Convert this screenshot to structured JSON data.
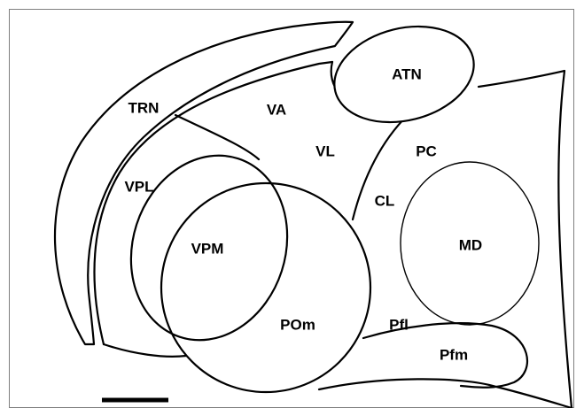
{
  "labels": {
    "trn": "TRN",
    "va": "VA",
    "atn": "ATN",
    "vl": "VL",
    "pc": "PC",
    "vpl": "VPL",
    "cl": "CL",
    "vpm": "VPM",
    "md": "MD",
    "pom": "POm",
    "pfl": "Pfl",
    "pfm": "Pfm"
  },
  "colors": {
    "stroke": "#000000",
    "background": "#ffffff",
    "frame": "#7f7f7f"
  }
}
